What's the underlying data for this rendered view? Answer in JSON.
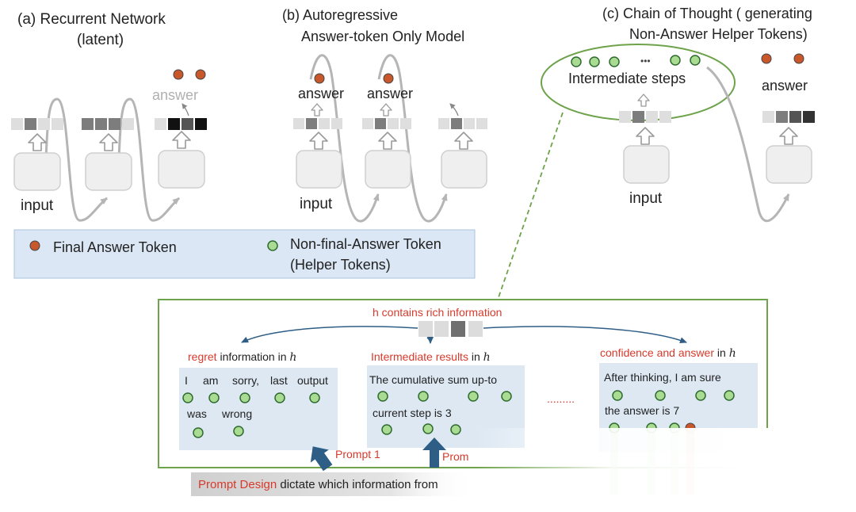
{
  "panels": {
    "a": {
      "title_line1": "(a)  Recurrent Network",
      "title_line2": "(latent)",
      "input_label": "input",
      "answer_label": "answer"
    },
    "b": {
      "title_line1": "(b) Autoregressive",
      "title_line2": "Answer-token Only Model",
      "input_label": "input",
      "answer_label_1": "answer",
      "answer_label_2": "answer"
    },
    "c": {
      "title_line1": "(c) Chain of Thought ( generating",
      "title_line2": "Non-Answer Helper Tokens)",
      "intermediate_label": "Intermediate steps",
      "ellipsis": "•••",
      "input_label": "input",
      "answer_label": "answer"
    }
  },
  "legend": {
    "final_label": "Final Answer Token",
    "helper_label_1": "Non-final-Answer Token",
    "helper_label_2": "(Helper Tokens)"
  },
  "detail": {
    "header": "h contains rich information",
    "col1": {
      "keyword": "regret",
      "rest": " information in ",
      "h": "h",
      "words_row1": [
        "I",
        "am",
        "sorry,",
        "last",
        "output"
      ],
      "words_row2": [
        "was",
        "wrong"
      ]
    },
    "col2": {
      "keyword": "Intermediate results",
      "rest": " in ",
      "h": "h",
      "line1": "The cumulative sum up-to",
      "line2": "current step is 3"
    },
    "dots": ".........",
    "col3": {
      "keyword": "confidence and answer",
      "rest": " in ",
      "h": "h",
      "line1": "After thinking, I am sure",
      "line2": "the answer is  7"
    },
    "prompt1": "Prompt 1",
    "prompt2": "Prom",
    "prompt_design_keyword": "Prompt Design",
    "prompt_design_rest": " dictate which information from"
  },
  "colors": {
    "final_token": "#c8572b",
    "helper_token": "#a9dc92",
    "legend_bg": "#dbe7f4",
    "card_bg": "#dde8f3",
    "frame_green": "#6ea24b",
    "highlight_red": "#d73a2c",
    "arrow_blue": "#2e5e86"
  }
}
